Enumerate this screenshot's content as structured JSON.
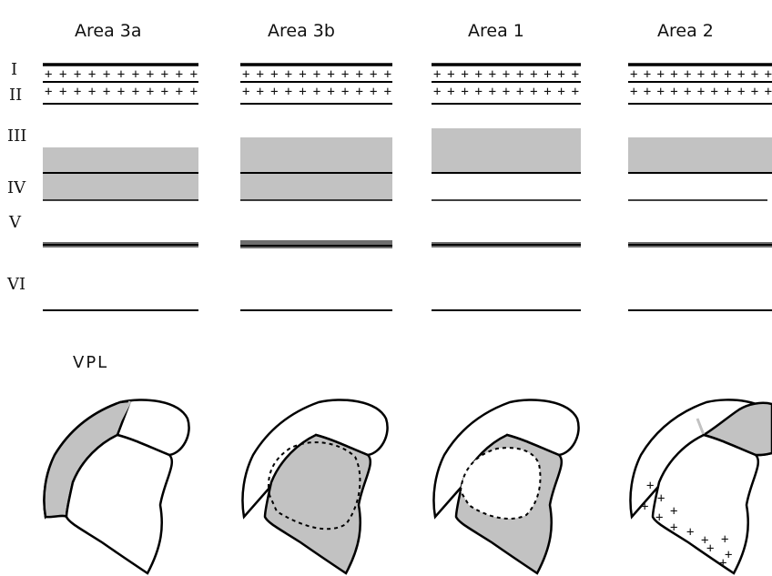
{
  "columns": [
    {
      "title": "Area 3a"
    },
    {
      "title": "Area 3b"
    },
    {
      "title": "Area 1"
    },
    {
      "title": "Area 2"
    }
  ],
  "layers": [
    "I",
    "II",
    "III",
    "IV",
    "V",
    "VI"
  ],
  "vpl_label": "VPL",
  "plus_row": "+ + + + + + + + + + +",
  "vpl_plus": "+",
  "colors": {
    "shade": "#c2c2c2",
    "line": "#000000",
    "band_v": "#6e6e6e"
  }
}
